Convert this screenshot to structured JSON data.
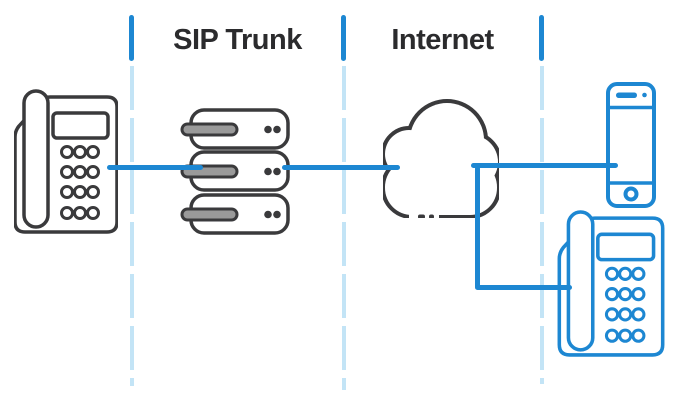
{
  "diagram": {
    "title": "SIP Trunk network diagram",
    "zones": {
      "sip_trunk_label": "SIP Trunk",
      "internet_label": "Internet"
    },
    "nodes": {
      "left_endpoint_icon": "desk-phone-icon",
      "sip_trunk_icon": "server-stack-icon",
      "internet_icon": "cloud-icon",
      "mobile_endpoint_icon": "smartphone-icon",
      "remote_endpoint_icon": "ip-desk-phone-icon"
    },
    "connections": [
      "desk-phone-left to server-stack",
      "server-stack to internet-cloud",
      "internet-cloud to smartphone",
      "internet-cloud to ip-desk-phone-right"
    ],
    "colors": {
      "accent_blue": "#1d87d2",
      "dashed_divider_blue": "#c3e4f6",
      "dark_outline": "#3a3a3c",
      "label_text": "#2b2b2d",
      "background": "#ffffff",
      "server_slot_fill": "#9a9a9a"
    }
  }
}
